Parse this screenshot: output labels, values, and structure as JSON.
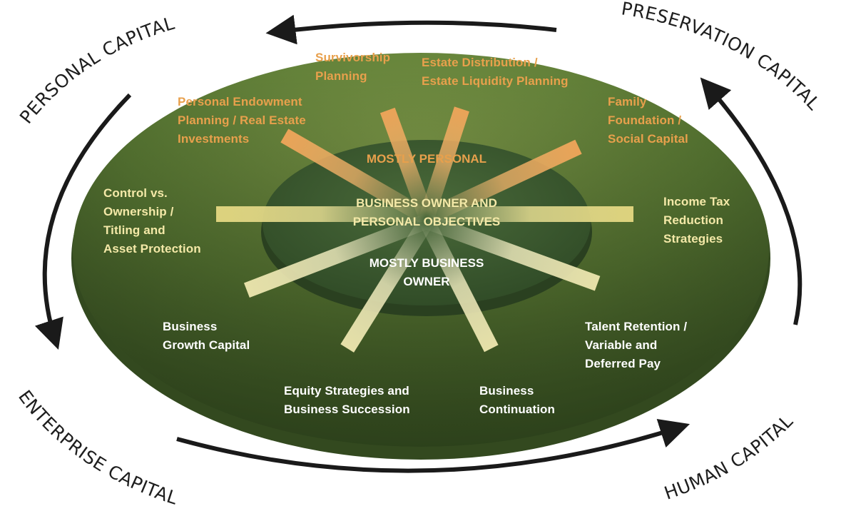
{
  "colors": {
    "orange_text": "#e8a04c",
    "yellow_text": "#f4e9a8",
    "white_text": "#ffffff",
    "ellipse_outer": "#4f6b2c",
    "ellipse_inner": "#3e5a30",
    "arrow_dark": "#1a1a1a",
    "arrow_grey": "#8a8a8a"
  },
  "capitals": {
    "personal": "PERSONAL CAPITAL",
    "preservation": "PRESERVATION CAPITAL",
    "human": "HUMAN CAPITAL",
    "enterprise": "ENTERPRISE CAPITAL"
  },
  "center": {
    "top": "MOSTLY PERSONAL",
    "middle": [
      "BUSINESS OWNER AND",
      "PERSONAL OBJECTIVES"
    ],
    "bottom": [
      "MOSTLY BUSINESS",
      "OWNER"
    ]
  },
  "spokes": {
    "survivorship": [
      "Survivorship",
      "Planning"
    ],
    "estate": [
      "Estate Distribution /",
      "Estate Liquidity Planning"
    ],
    "endowment": [
      "Personal Endowment",
      "Planning / Real Estate",
      "Investments"
    ],
    "family": [
      "Family",
      "Foundation /",
      "Social Capital"
    ],
    "control": [
      "Control vs.",
      "Ownership /",
      "Titling and",
      "Asset Protection"
    ],
    "income_tax": [
      "Income Tax",
      "Reduction",
      "Strategies"
    ],
    "growth": [
      "Business",
      "Growth Capital"
    ],
    "talent": [
      "Talent Retention /",
      "Variable and",
      "Deferred Pay"
    ],
    "equity": [
      "Equity Strategies and",
      "Business Succession"
    ],
    "continuation": [
      "Business",
      "Continuation"
    ]
  }
}
